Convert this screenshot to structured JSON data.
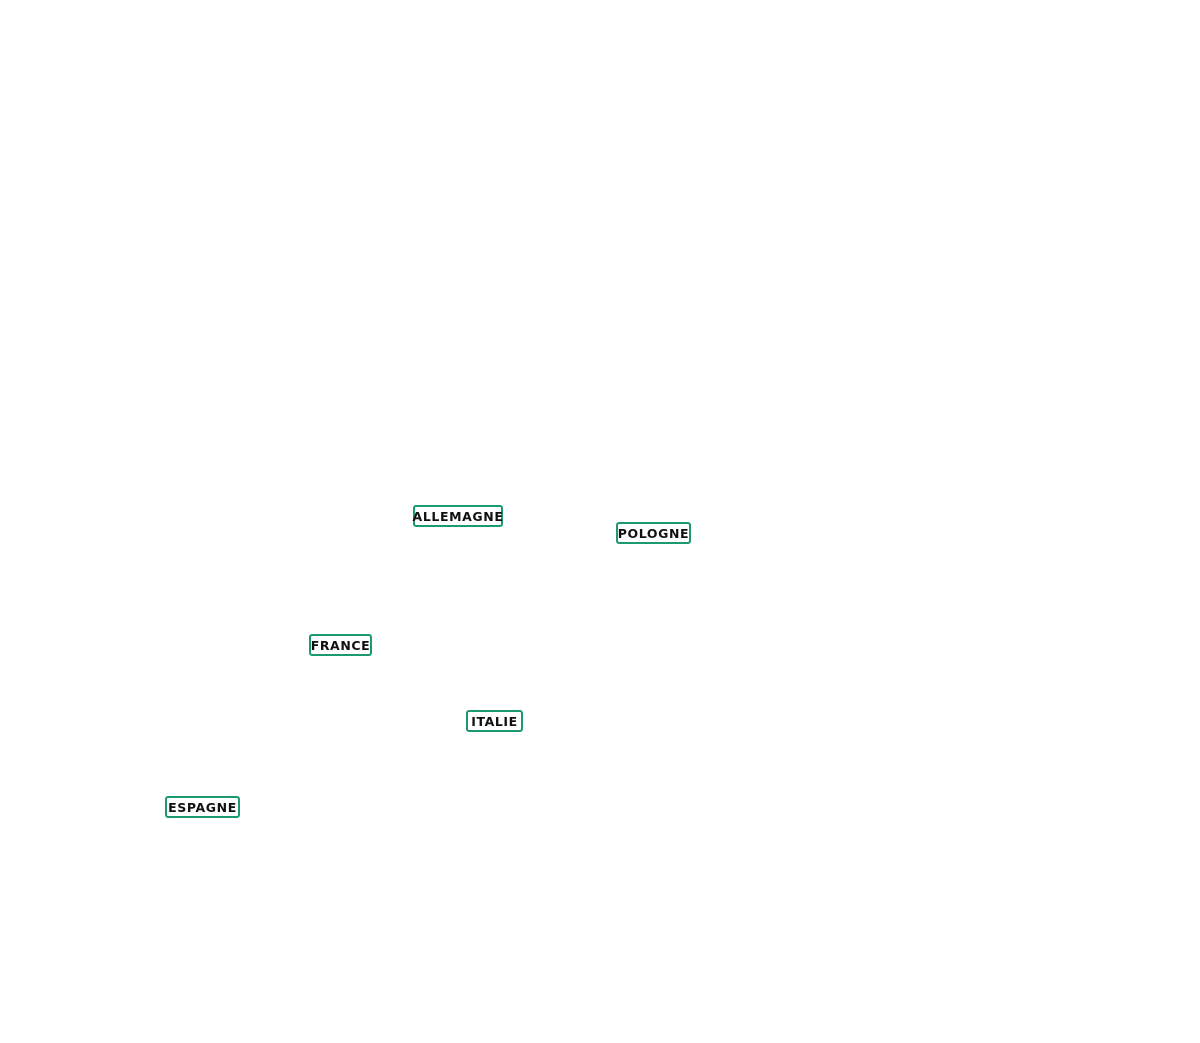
{
  "map": {
    "label_border_color": "#1a9a6e",
    "label_text_color": "#111111",
    "background_color": "#ffffff",
    "countries": [
      {
        "name": "ALLEMAGNE"
      },
      {
        "name": "POLOGNE"
      },
      {
        "name": "FRANCE"
      },
      {
        "name": "ITALIE"
      },
      {
        "name": "ESPAGNE"
      }
    ]
  }
}
